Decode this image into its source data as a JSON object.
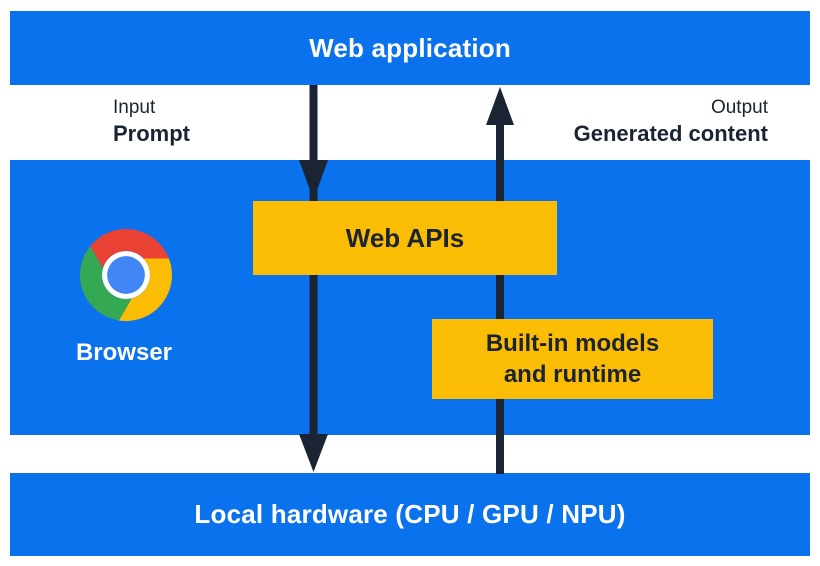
{
  "colors": {
    "panel_blue": "#0b72ee",
    "box_yellow": "#fbbc04",
    "ink_dark": "#1a2433",
    "text_white": "#ffffff",
    "chrome_red": "#e94235",
    "chrome_yellow": "#fbbc04",
    "chrome_green": "#34a853",
    "chrome_blue": "#4285f4"
  },
  "top_bar": {
    "label": "Web application"
  },
  "io_band": {
    "input_label": "Input",
    "input_value": "Prompt",
    "output_label": "Output",
    "output_value": "Generated content"
  },
  "browser_panel": {
    "browser_label": "Browser",
    "web_apis_label": "Web APIs",
    "builtin_models": {
      "line1": "Built-in models",
      "line2": "and runtime"
    }
  },
  "bottom_bar": {
    "label": "Local hardware (CPU / GPU / NPU)"
  },
  "icons": {
    "chrome_logo": "chrome-logo",
    "arrow_down": "input-flow-arrow-down",
    "arrow_up": "output-flow-arrow-up"
  }
}
